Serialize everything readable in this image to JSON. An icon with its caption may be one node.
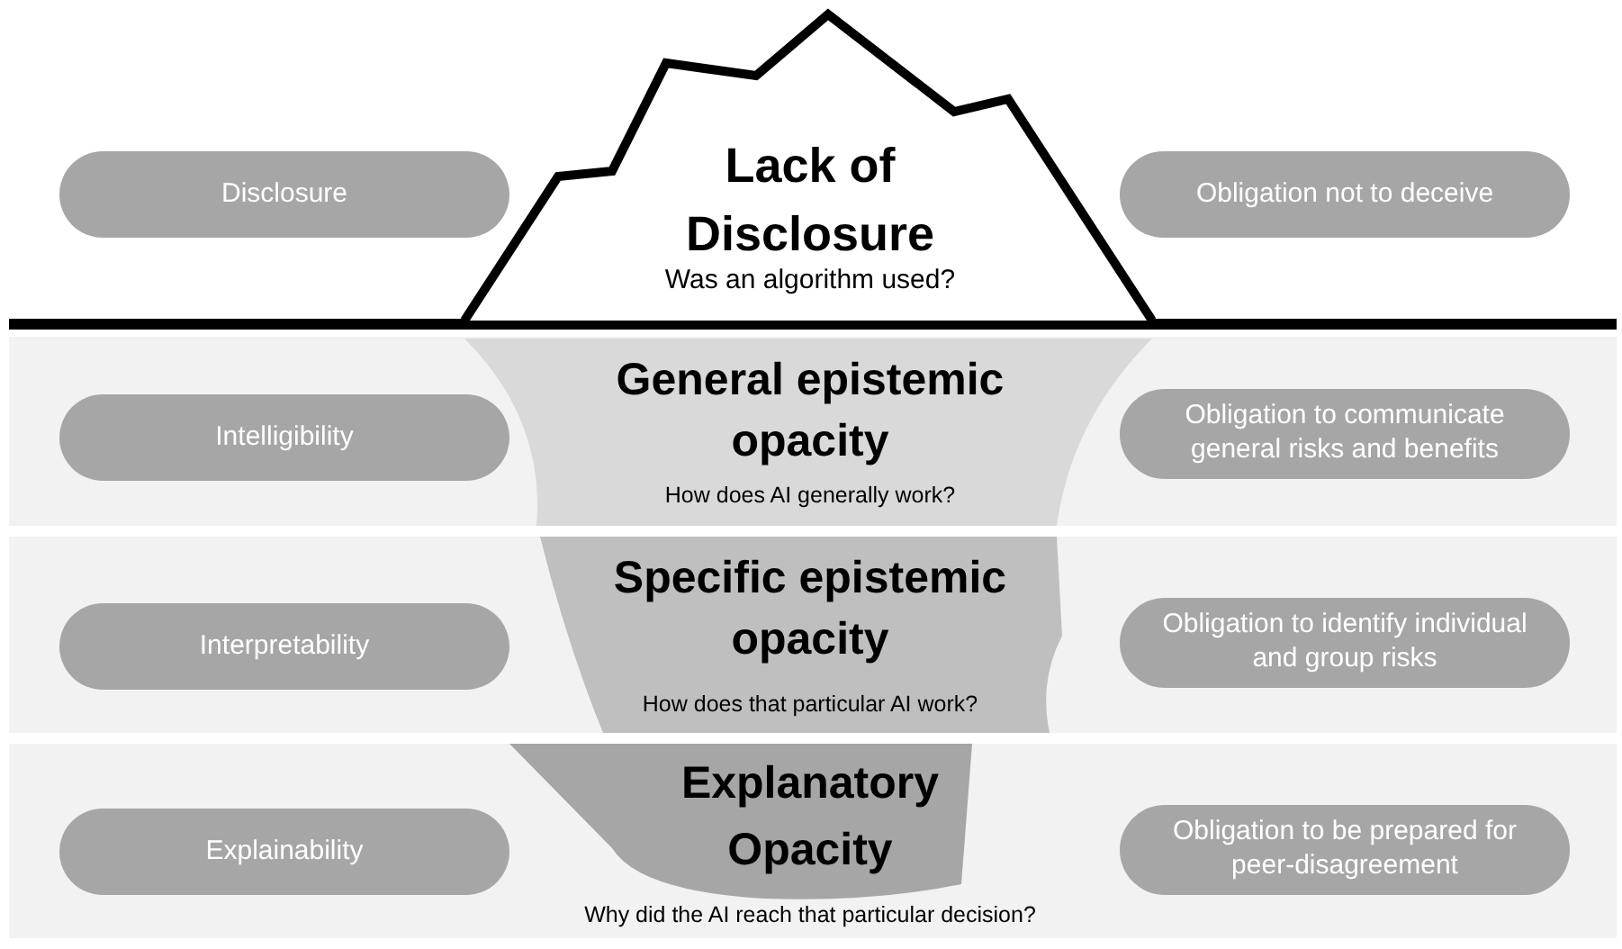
{
  "diagram": {
    "nodes": [
      {
        "text": [
          "Disclosure"
        ]
      },
      {
        "text": [
          "Lack of Disclosure",
          "Was an algorithm used?"
        ]
      },
      {
        "text": [
          "Obligation not to deceive"
        ]
      },
      {
        "text": [
          "Intelligibility"
        ]
      },
      {
        "text": [
          "General epistemic opacity",
          "How does AI generally work?"
        ]
      },
      {
        "text": [
          "Obligation to communicate general risks and benefits"
        ]
      },
      {
        "text": [
          "Interpretability"
        ]
      },
      {
        "text": [
          "Specific epistemic opacity",
          "How does that particular AI work?"
        ]
      },
      {
        "text": [
          "Obligation to identify individual and group risks"
        ]
      },
      {
        "text": [
          "Explainability"
        ]
      },
      {
        "text": [
          "Explanatory Opacity",
          "Why did the AI reach that particular decision?"
        ]
      },
      {
        "text": [
          "Obligation to be prepared for peer-disagreement"
        ]
      }
    ],
    "edges": []
  }
}
